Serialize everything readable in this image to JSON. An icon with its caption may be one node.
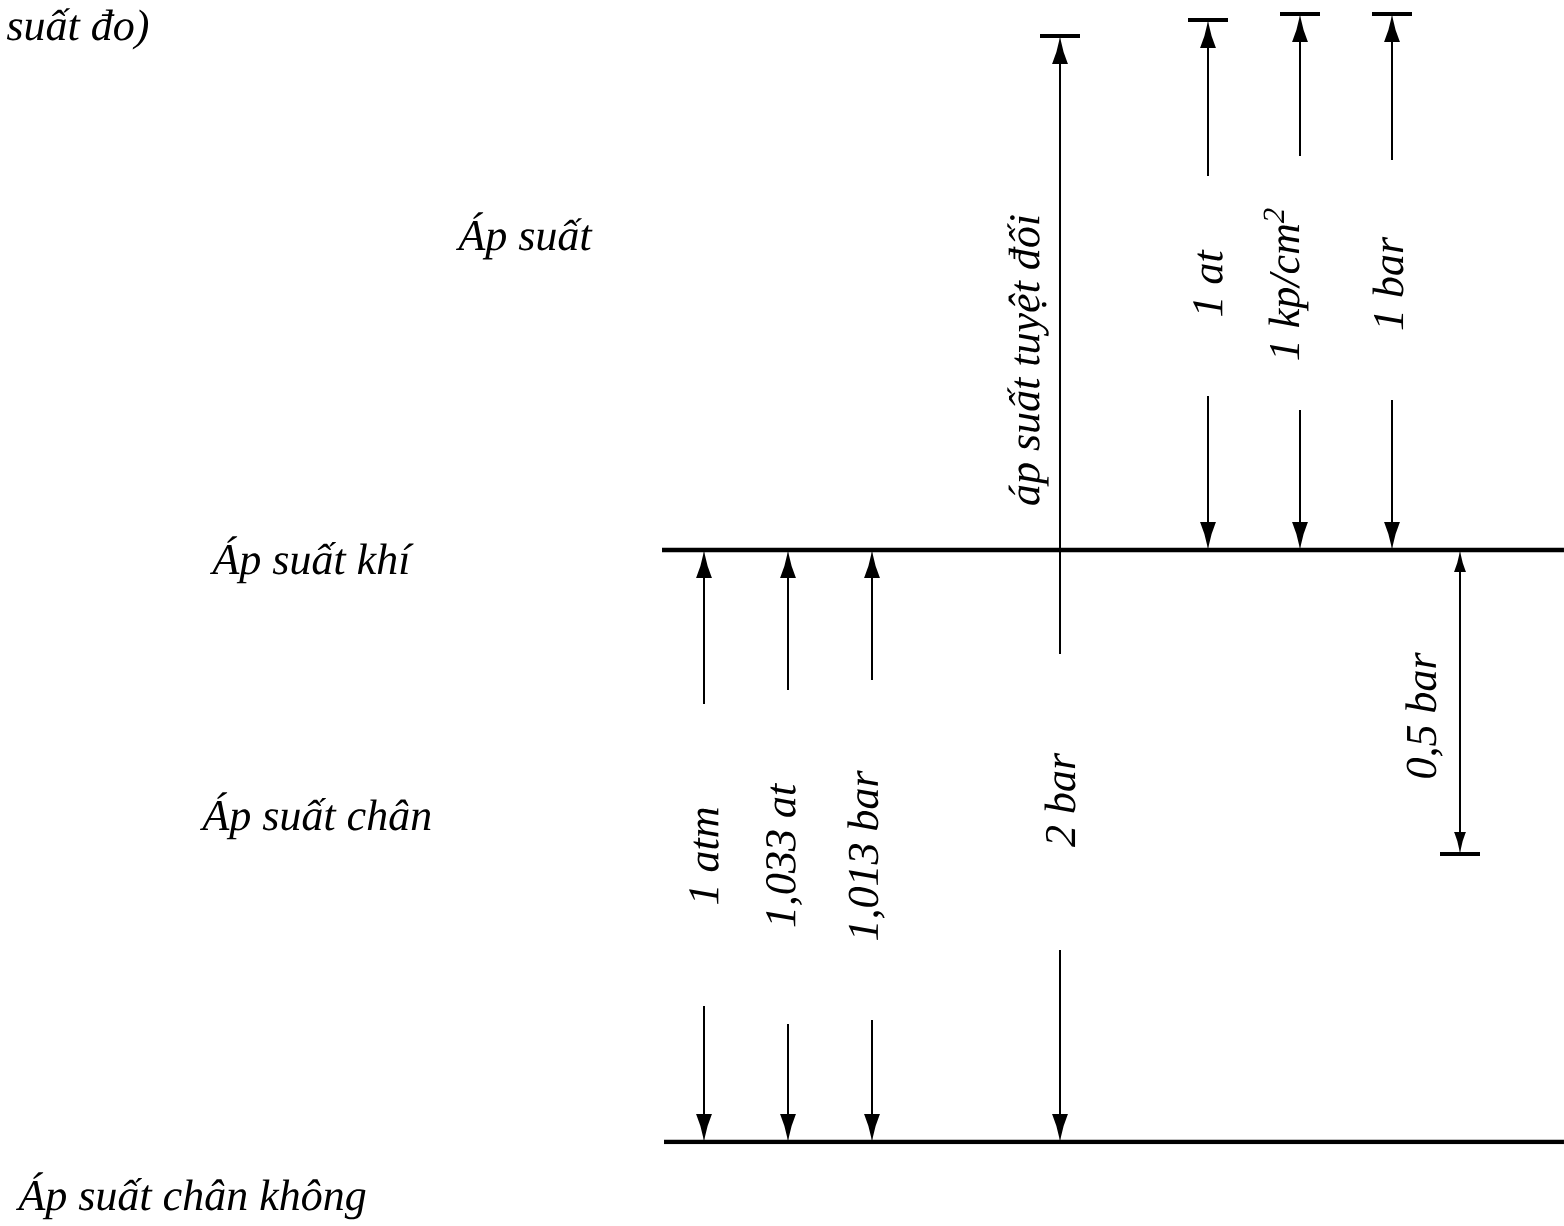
{
  "diagram": {
    "labels": [
      "suất đo)",
      "Áp suất",
      "Áp suất khí",
      "Áp suất chân",
      "Áp suất chân không",
      "áp suất tuyệt đối",
      "1 at",
      "1 kp/cm$^{2}$",
      "1 bar",
      "1 atm",
      "1,033 at",
      "1,013 bar",
      "2 bar",
      "0,5 bar"
    ]
  }
}
